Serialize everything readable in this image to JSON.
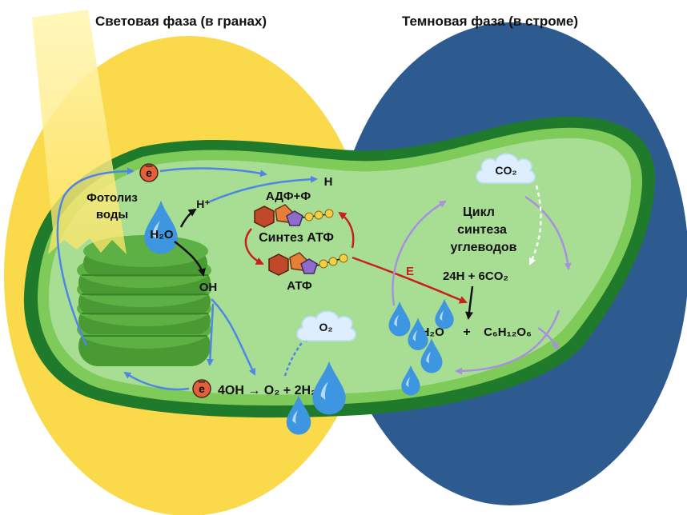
{
  "headings": {
    "light_phase": "Световая фаза (в гранах)",
    "dark_phase": "Темновая фаза (в строме)"
  },
  "light": {
    "photolysis_line1": "Фотолиз",
    "photolysis_line2": "воды",
    "electron_top": "e",
    "electron_bottom": "e",
    "h2o": "H₂O",
    "h_plus": "H⁺",
    "h": "H",
    "oh": "OH",
    "adp": "АДФ+Ф",
    "atp_synthesis": "Синтез АТФ",
    "atp": "АТФ",
    "o2_cloud": "O₂",
    "reaction": "4OH → O₂ + 2H₂O"
  },
  "dark": {
    "co2_cloud": "CO₂",
    "cycle_line1": "Цикл",
    "cycle_line2": "синтеза",
    "cycle_line3": "углеводов",
    "reactants": "24H + 6CO₂",
    "water": "6H₂O",
    "plus": "+",
    "glucose": "C₆H₁₂O₆",
    "energy": "E"
  },
  "colors": {
    "light_zone": "#FAD94A",
    "dark_zone": "#2D5B90",
    "outer_membrane": "#1F7A2C",
    "inner_membrane": "#7FCB5A",
    "stroma": "#A8DE93",
    "grana": "#55A83E",
    "blue_arrow": "#4F86E6",
    "red_arrow": "#C8201F",
    "purple_arrow": "#A98FE0",
    "drop": "#3E95E0",
    "electron": "#E5603A",
    "cloud": "#DDEFFF"
  }
}
